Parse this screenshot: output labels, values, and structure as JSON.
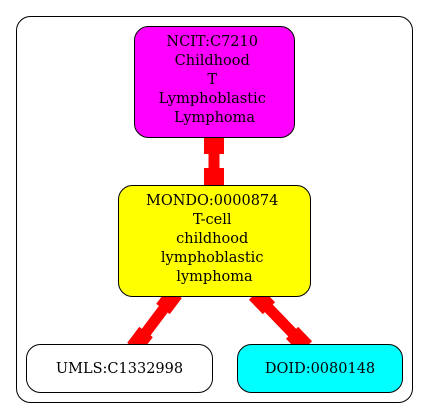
{
  "nodes": [
    {
      "id": "ncit",
      "lines": [
        "NCIT:C7210",
        "Childhood",
        "T",
        "Lymphoblastic",
        "Lymphoma"
      ],
      "fill": "#ff00ff"
    },
    {
      "id": "mondo",
      "lines": [
        "MONDO:0000874",
        "T-cell",
        "childhood",
        "lymphoblastic",
        "lymphoma"
      ],
      "fill": "#ffff00"
    },
    {
      "id": "umls",
      "lines": [
        "UMLS:C1332998"
      ],
      "fill": "#ffffff"
    },
    {
      "id": "doid",
      "lines": [
        "DOID:0080148"
      ],
      "fill": "#00ffff"
    }
  ],
  "edges": [
    {
      "from": "ncit",
      "to": "mondo"
    },
    {
      "from": "mondo",
      "to": "umls"
    },
    {
      "from": "mondo",
      "to": "doid"
    }
  ],
  "colors": {
    "edge": "#ff0000",
    "stroke": "#000000",
    "cluster_fill": "#ffffff"
  }
}
